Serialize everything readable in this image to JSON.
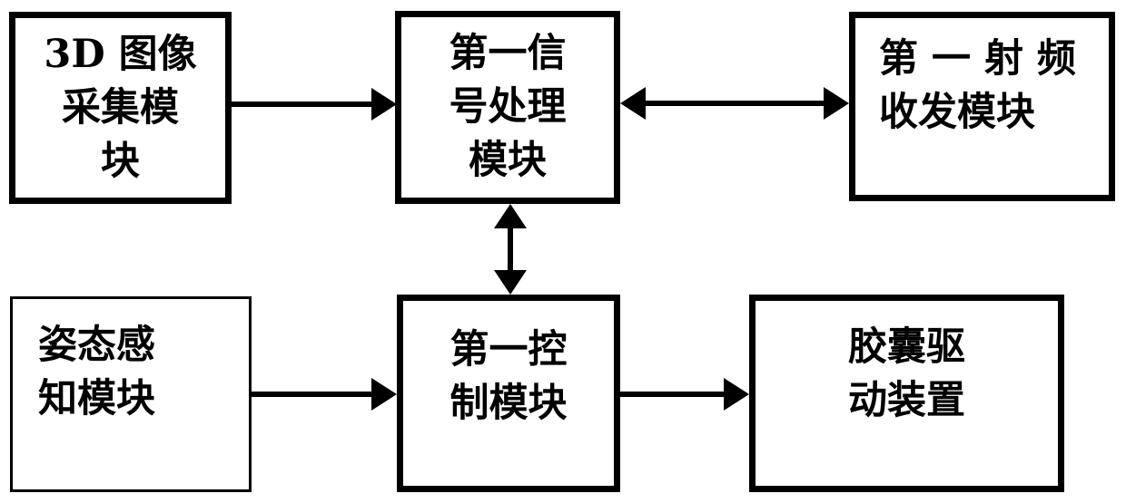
{
  "diagram": {
    "background_color": "#ffffff",
    "line_color": "#000000",
    "boxes": [
      {
        "id": "box-3d-image",
        "label": "3D图像采集模块",
        "lines": [
          "3D 图像",
          "采集模",
          "块"
        ]
      },
      {
        "id": "box-signal",
        "label": "第一信号处理模块",
        "lines": [
          "第一信",
          "号处理",
          "模块"
        ]
      },
      {
        "id": "box-rf",
        "label": "第一射频收发模块",
        "lines": [
          "第 一 射 频",
          "收发模块"
        ]
      },
      {
        "id": "box-attitude",
        "label": "姿态感知模块",
        "lines": [
          "姿态感",
          "知模块"
        ]
      },
      {
        "id": "box-control",
        "label": "第一控制模块",
        "lines": [
          "第一控",
          "制模块"
        ]
      },
      {
        "id": "box-capsule",
        "label": "胶囊驱动装置",
        "lines": [
          "胶囊驱",
          "动装置"
        ]
      }
    ],
    "connections": [
      {
        "from": "box-3d-image",
        "to": "box-signal",
        "direction": "one-way-right"
      },
      {
        "from": "box-signal",
        "to": "box-rf",
        "direction": "two-way-horizontal"
      },
      {
        "from": "box-signal",
        "to": "box-control",
        "direction": "two-way-vertical"
      },
      {
        "from": "box-attitude",
        "to": "box-control",
        "direction": "one-way-right"
      },
      {
        "from": "box-control",
        "to": "box-capsule",
        "direction": "one-way-right"
      }
    ]
  }
}
